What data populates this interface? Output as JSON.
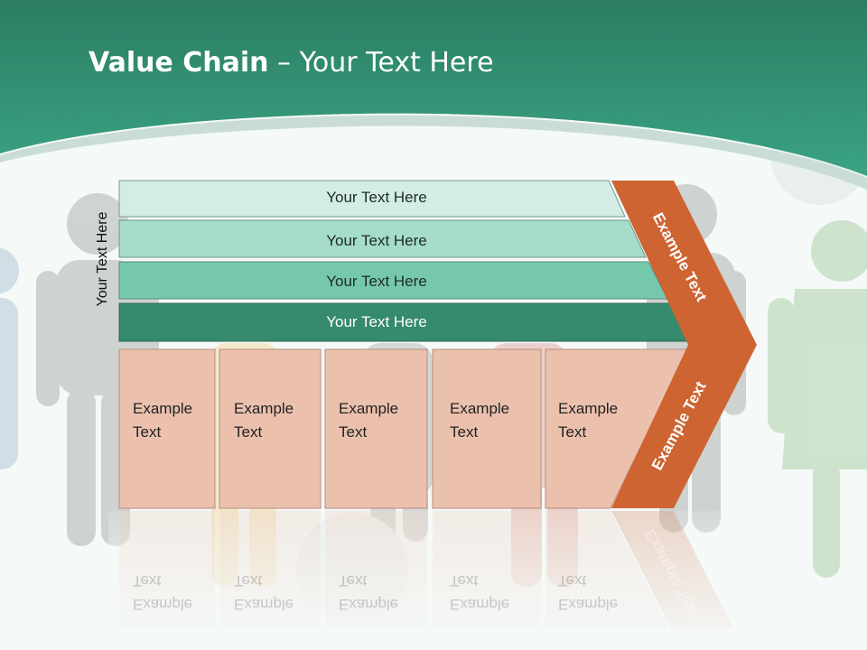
{
  "title": {
    "bold": "Value Chain",
    "rest": " – Your Text Here"
  },
  "side_label": "Your Text Here",
  "bands": [
    {
      "label": "Your Text Here",
      "color": "#d3ede6"
    },
    {
      "label": "Your Text Here",
      "color": "#a6dccb"
    },
    {
      "label": "Your Text Here",
      "color": "#76c8ad"
    },
    {
      "label": "Your Text Here",
      "color": "#368a6d"
    }
  ],
  "boxes": [
    {
      "line1": "Example",
      "line2": "Text"
    },
    {
      "line1": "Example",
      "line2": "Text"
    },
    {
      "line1": "Example",
      "line2": "Text"
    },
    {
      "line1": "Example",
      "line2": "Text"
    },
    {
      "line1": "Example",
      "line2": "Text"
    }
  ],
  "chevron": {
    "upper": "Example Text",
    "lower": "Example Text",
    "reflection": "Example Text"
  },
  "colors": {
    "header": "#2f8f71",
    "box_fill": "#ebc1ae",
    "chevron": "#cd6431",
    "background": "#f5f9f8"
  }
}
